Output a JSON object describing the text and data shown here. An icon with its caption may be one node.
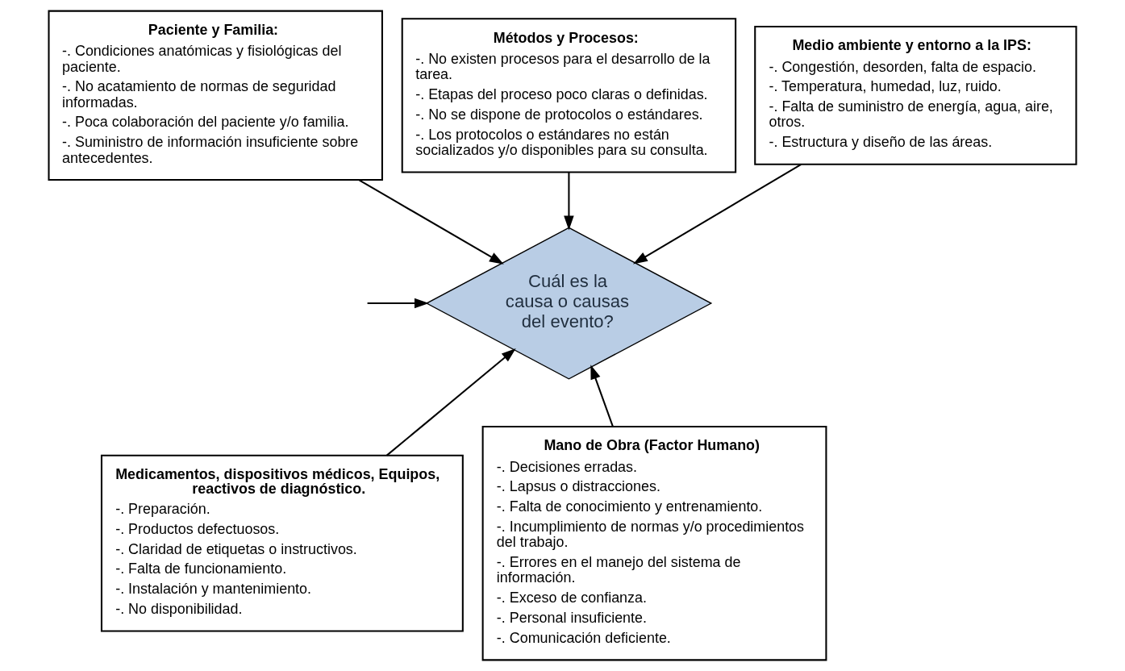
{
  "diagram": {
    "nodes": [
      {
        "text": [
          "Paciente y Familia:",
          "-. Condiciones anatómicas y fisiológicas del paciente.",
          "-. No acatamiento de normas de seguridad informadas.",
          "-. Poca colaboración del paciente y/o familia.",
          "-. Suministro de información insuficiente sobre antecedentes."
        ]
      },
      {
        "text": [
          "Métodos y Procesos:",
          "-. No existen procesos para el desarrollo de la tarea.",
          "-. Etapas del proceso poco claras o definidas.",
          "-. No se dispone de protocolos o estándares.",
          "-. Los protocolos o estándares no están socializados y/o disponibles para su consulta."
        ]
      },
      {
        "text": [
          "Medio ambiente y entorno a la IPS:",
          "-. Congestión, desorden, falta de espacio.",
          "-. Temperatura, humedad, luz, ruido.",
          "-. Falta de suministro de energía, agua, aire, otros.",
          "-. Estructura y diseño de las áreas."
        ]
      },
      {
        "text": [
          "Medicamentos, dispositivos médicos, Equipos, reactivos de diagnóstico.",
          "-. Preparación.",
          "-. Productos defectuosos.",
          "-. Claridad de etiquetas o instructivos.",
          "-. Falta de funcionamiento.",
          "-. Instalación y mantenimiento.",
          "-. No disponibilidad."
        ]
      },
      {
        "text": [
          "Mano de Obra (Factor Humano)",
          "-. Decisiones erradas.",
          "-. Lapsus o distracciones.",
          "-. Falta de conocimiento y entrenamiento.",
          "-. Incumplimiento de normas y/o procedimientos del trabajo.",
          "-. Errores en el manejo del sistema de información.",
          "-. Exceso de confianza.",
          "-. Personal insuficiente.",
          "-. Comunicación deficiente."
        ]
      },
      {
        "text": [
          "Cuál es la causa o causas del evento?"
        ]
      }
    ],
    "edges": [
      {
        "from": null,
        "to": 5,
        "arrow": "to"
      },
      {
        "from": 0,
        "to": 5,
        "arrow": "to"
      },
      {
        "from": 1,
        "to": 5,
        "arrow": "to"
      },
      {
        "from": 2,
        "to": 5,
        "arrow": "to"
      },
      {
        "from": 3,
        "to": 5,
        "arrow": "to"
      },
      {
        "from": 4,
        "to": 5,
        "arrow": "to"
      }
    ]
  }
}
